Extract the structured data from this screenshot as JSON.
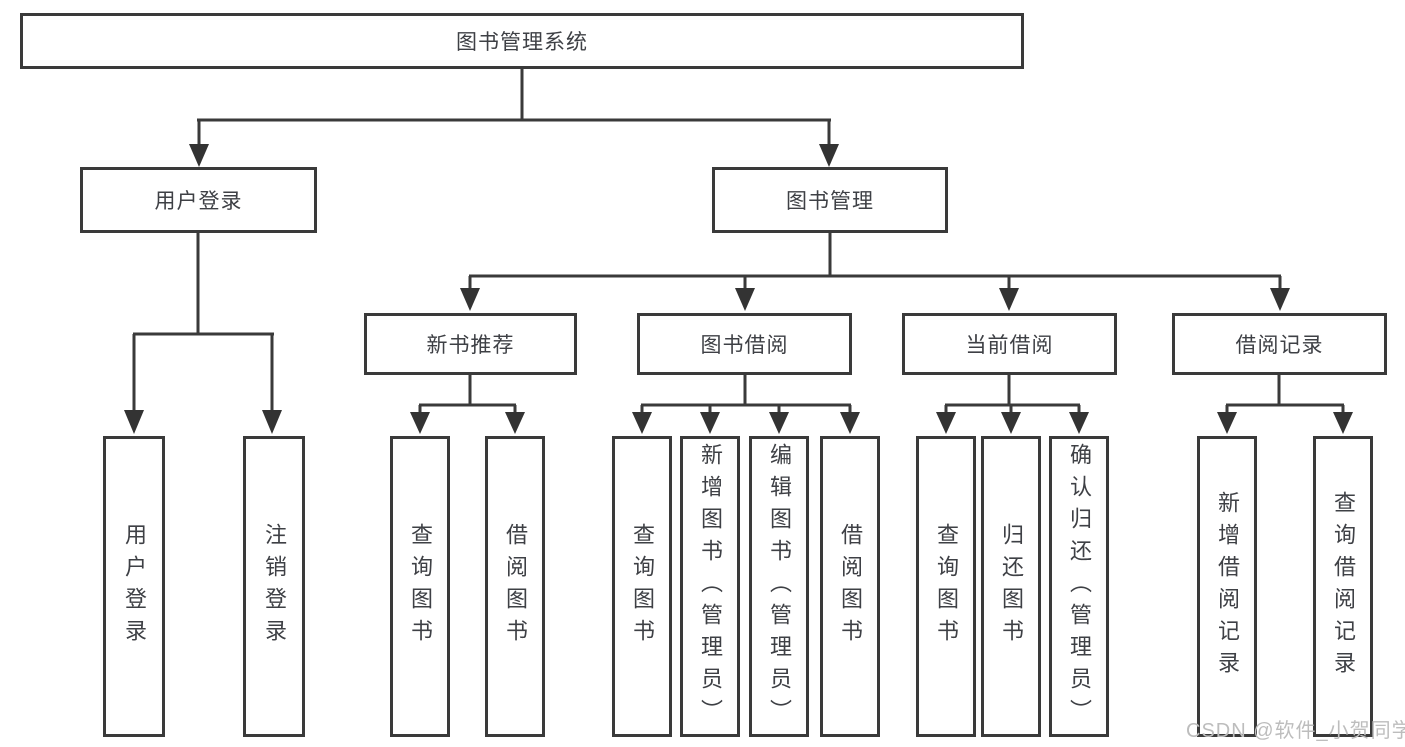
{
  "diagram": {
    "root": {
      "label": "图书管理系统"
    },
    "level1": {
      "user_login": {
        "label": "用户登录"
      },
      "book_mgmt": {
        "label": "图书管理"
      }
    },
    "level2": {
      "new_books": {
        "label": "新书推荐"
      },
      "borrow": {
        "label": "图书借阅"
      },
      "current": {
        "label": "当前借阅"
      },
      "records": {
        "label": "借阅记录"
      }
    },
    "leaves": {
      "user_login_v": {
        "label": "用户登录"
      },
      "logout_v": {
        "label": "注销登录"
      },
      "nb_query": {
        "label": "查询图书"
      },
      "nb_borrow": {
        "label": "借阅图书"
      },
      "bb_query": {
        "label": "查询图书"
      },
      "bb_add": {
        "label": "新增图书（管理员）"
      },
      "bb_edit": {
        "label": "编辑图书（管理员）"
      },
      "bb_borrow": {
        "label": "借阅图书"
      },
      "cur_query": {
        "label": "查询图书"
      },
      "cur_return": {
        "label": "归还图书"
      },
      "cur_confirm": {
        "label": "确认归还（管理员）"
      },
      "rec_add": {
        "label": "新增借阅记录"
      },
      "rec_query": {
        "label": "查询借阅记录"
      }
    },
    "colors": {
      "line": "#3a3a3a",
      "text": "#3e4045",
      "watermark": "#bdbdbd",
      "background": "#ffffff"
    }
  },
  "watermark": "CSDN @软件_小贺同学"
}
